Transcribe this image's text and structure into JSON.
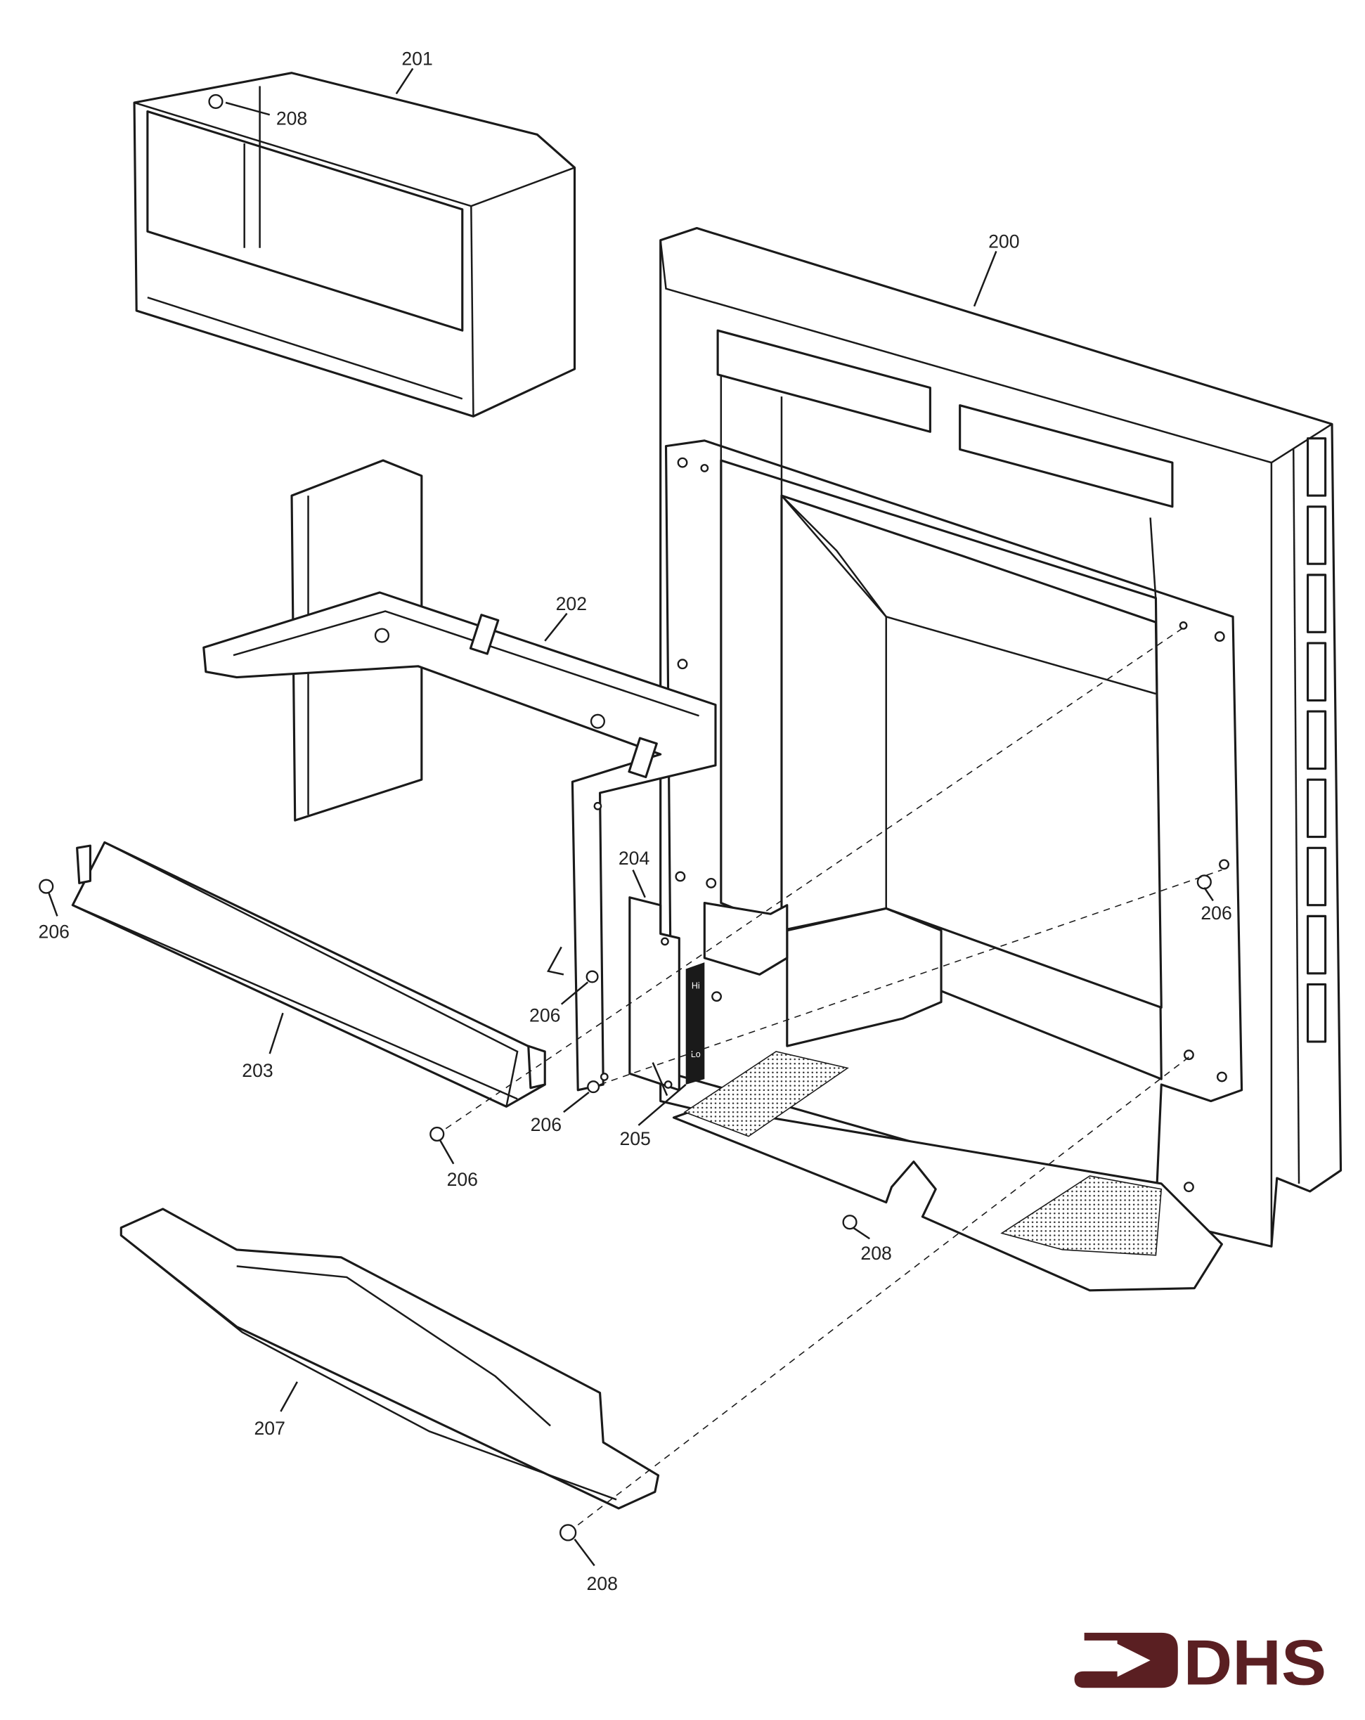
{
  "title": "Exploded parts diagram",
  "labels": {
    "p200": "200",
    "p201": "201",
    "p202": "202",
    "p203": "203",
    "p204": "204",
    "p205": "205",
    "p206a": "206",
    "p206b": "206",
    "p206c": "206",
    "p206d": "206",
    "p206e": "206",
    "p207": "207",
    "p208a": "208",
    "p208b": "208",
    "p208c": "208"
  },
  "control_plate": {
    "hi": "Hi",
    "lo": "Lo"
  },
  "logo": {
    "text": "DHS",
    "color": "#5a1f22"
  },
  "colors": {
    "line": "#1a1a1a",
    "background": "#ffffff"
  }
}
